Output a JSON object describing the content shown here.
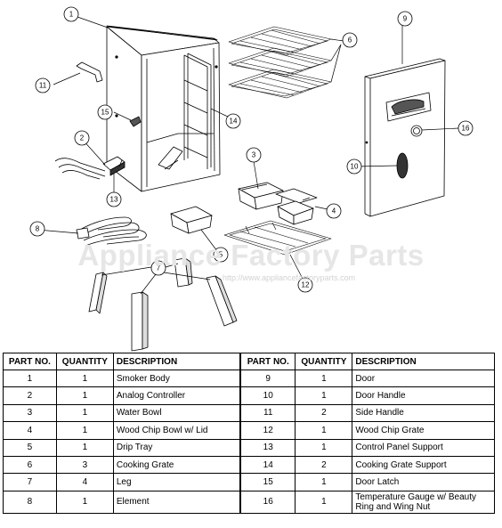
{
  "watermark": {
    "text": "Appliance Factory Parts",
    "url": "http://www.appliancefactoryparts.com"
  },
  "callouts": [
    "1",
    "2",
    "3",
    "4",
    "5",
    "6",
    "7",
    "8",
    "9",
    "10",
    "11",
    "12",
    "13",
    "14",
    "15",
    "16"
  ],
  "table": {
    "headers": [
      "PART NO.",
      "QUANTITY",
      "DESCRIPTION",
      "PART NO.",
      "QUANTITY",
      "DESCRIPTION"
    ],
    "rows": [
      {
        "left": {
          "part": "1",
          "qty": "1",
          "desc": "Smoker Body"
        },
        "right": {
          "part": "9",
          "qty": "1",
          "desc": "Door"
        }
      },
      {
        "left": {
          "part": "2",
          "qty": "1",
          "desc": "Analog Controller"
        },
        "right": {
          "part": "10",
          "qty": "1",
          "desc": "Door Handle"
        }
      },
      {
        "left": {
          "part": "3",
          "qty": "1",
          "desc": "Water Bowl"
        },
        "right": {
          "part": "11",
          "qty": "2",
          "desc": "Side Handle"
        }
      },
      {
        "left": {
          "part": "4",
          "qty": "1",
          "desc": "Wood Chip Bowl w/ Lid"
        },
        "right": {
          "part": "12",
          "qty": "1",
          "desc": "Wood Chip Grate"
        }
      },
      {
        "left": {
          "part": "5",
          "qty": "1",
          "desc": "Drip Tray"
        },
        "right": {
          "part": "13",
          "qty": "1",
          "desc": "Control Panel Support"
        }
      },
      {
        "left": {
          "part": "6",
          "qty": "3",
          "desc": "Cooking Grate"
        },
        "right": {
          "part": "14",
          "qty": "2",
          "desc": "Cooking Grate Support"
        }
      },
      {
        "left": {
          "part": "7",
          "qty": "4",
          "desc": "Leg"
        },
        "right": {
          "part": "15",
          "qty": "1",
          "desc": "Door Latch"
        }
      },
      {
        "left": {
          "part": "8",
          "qty": "1",
          "desc": "Element"
        },
        "right": {
          "part": "16",
          "qty": "1",
          "desc": "Temperature Gauge w/ Beauty Ring and Wing Nut"
        }
      }
    ]
  }
}
